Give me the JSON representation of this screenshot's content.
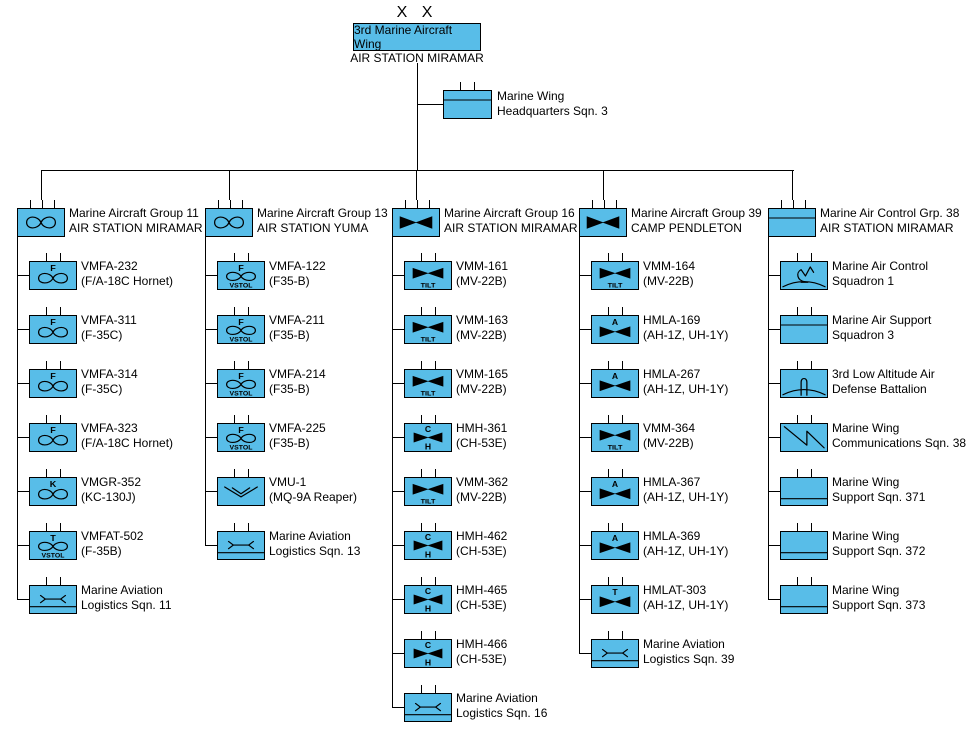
{
  "colors": {
    "box_fill": "#58bde8",
    "box_border": "#000000",
    "line": "#000000",
    "text": "#000000"
  },
  "wing": {
    "echelon": "X X",
    "name": "3rd Marine Aircraft Wing",
    "location": "AIR STATION MIRAMAR"
  },
  "headquarters": {
    "lines": [
      "Marine Wing",
      "Headquarters Sqn. 3"
    ],
    "icon": "hq-bar",
    "ticks": 2
  },
  "groups": [
    {
      "lines": [
        "Marine Aircraft Group 11",
        "AIR STATION MIRAMAR"
      ],
      "icon": "fixed-wing",
      "ticks": 3,
      "units": [
        {
          "lines": [
            "VMFA-232",
            "(F/A-18C Hornet)"
          ],
          "icon": "fixed-wing",
          "top": "F"
        },
        {
          "lines": [
            "VMFA-311",
            "(F-35C)"
          ],
          "icon": "fixed-wing",
          "top": "F"
        },
        {
          "lines": [
            "VMFA-314",
            "(F-35C)"
          ],
          "icon": "fixed-wing",
          "top": "F"
        },
        {
          "lines": [
            "VMFA-323",
            "(F/A-18C Hornet)"
          ],
          "icon": "fixed-wing",
          "top": "F"
        },
        {
          "lines": [
            "VMGR-352",
            "(KC-130J)"
          ],
          "icon": "fixed-wing",
          "top": "K"
        },
        {
          "lines": [
            "VMFAT-502",
            "(F-35B)"
          ],
          "icon": "fixed-wing",
          "top": "T",
          "bottom": "VSTOL"
        },
        {
          "lines": [
            "Marine Aviation",
            "Logistics Sqn. 11"
          ],
          "icon": "logistics"
        }
      ]
    },
    {
      "lines": [
        "Marine Aircraft Group 13",
        "AIR STATION YUMA"
      ],
      "icon": "fixed-wing",
      "ticks": 3,
      "units": [
        {
          "lines": [
            "VMFA-122",
            "(F35-B)"
          ],
          "icon": "fixed-wing",
          "top": "F",
          "bottom": "VSTOL"
        },
        {
          "lines": [
            "VMFA-211",
            "(F35-B)"
          ],
          "icon": "fixed-wing",
          "top": "F",
          "bottom": "VSTOL"
        },
        {
          "lines": [
            "VMFA-214",
            "(F35-B)"
          ],
          "icon": "fixed-wing",
          "top": "F",
          "bottom": "VSTOL"
        },
        {
          "lines": [
            "VMFA-225",
            "(F35-B)"
          ],
          "icon": "fixed-wing",
          "top": "F",
          "bottom": "VSTOL"
        },
        {
          "lines": [
            "VMU-1",
            "(MQ-9A Reaper)"
          ],
          "icon": "uav"
        },
        {
          "lines": [
            "Marine Aviation",
            "Logistics Sqn. 13"
          ],
          "icon": "logistics"
        }
      ]
    },
    {
      "lines": [
        "Marine Aircraft Group 16",
        "AIR STATION MIRAMAR"
      ],
      "icon": "rotary",
      "ticks": 3,
      "units": [
        {
          "lines": [
            "VMM-161",
            "(MV-22B)"
          ],
          "icon": "rotary",
          "bottom": "TILT"
        },
        {
          "lines": [
            "VMM-163",
            "(MV-22B)"
          ],
          "icon": "rotary",
          "bottom": "TILT"
        },
        {
          "lines": [
            "VMM-165",
            "(MV-22B)"
          ],
          "icon": "rotary",
          "bottom": "TILT"
        },
        {
          "lines": [
            "HMH-361",
            "(CH-53E)"
          ],
          "icon": "rotary",
          "top": "C",
          "bottom": "H"
        },
        {
          "lines": [
            "VMM-362",
            "(MV-22B)"
          ],
          "icon": "rotary",
          "bottom": "TILT"
        },
        {
          "lines": [
            "HMH-462",
            "(CH-53E)"
          ],
          "icon": "rotary",
          "top": "C",
          "bottom": "H"
        },
        {
          "lines": [
            "HMH-465",
            "(CH-53E)"
          ],
          "icon": "rotary",
          "top": "C",
          "bottom": "H"
        },
        {
          "lines": [
            "HMH-466",
            "(CH-53E)"
          ],
          "icon": "rotary",
          "top": "C",
          "bottom": "H"
        },
        {
          "lines": [
            "Marine Aviation",
            "Logistics Sqn. 16"
          ],
          "icon": "logistics"
        }
      ]
    },
    {
      "lines": [
        "Marine Aircraft Group 39",
        "CAMP PENDLETON"
      ],
      "icon": "rotary",
      "ticks": 3,
      "units": [
        {
          "lines": [
            "VMM-164",
            "(MV-22B)"
          ],
          "icon": "rotary",
          "bottom": "TILT"
        },
        {
          "lines": [
            "HMLA-169",
            "(AH-1Z, UH-1Y)"
          ],
          "icon": "rotary",
          "top": "A"
        },
        {
          "lines": [
            "HMLA-267",
            "(AH-1Z, UH-1Y)"
          ],
          "icon": "rotary",
          "top": "A"
        },
        {
          "lines": [
            "VMM-364",
            "(MV-22B)"
          ],
          "icon": "rotary",
          "bottom": "TILT"
        },
        {
          "lines": [
            "HMLA-367",
            "(AH-1Z, UH-1Y)"
          ],
          "icon": "rotary",
          "top": "A"
        },
        {
          "lines": [
            "HMLA-369",
            "(AH-1Z, UH-1Y)"
          ],
          "icon": "rotary",
          "top": "A"
        },
        {
          "lines": [
            "HMLAT-303",
            "(AH-1Z, UH-1Y)"
          ],
          "icon": "rotary",
          "top": "T"
        },
        {
          "lines": [
            "Marine Aviation",
            "Logistics Sqn. 39"
          ],
          "icon": "logistics"
        }
      ]
    },
    {
      "lines": [
        "Marine Air Control Grp. 38",
        "AIR STATION MIRAMAR"
      ],
      "icon": "hq-bar",
      "ticks": 3,
      "units": [
        {
          "lines": [
            "Marine Air Control",
            "Squadron 1"
          ],
          "icon": "air-control"
        },
        {
          "lines": [
            "Marine Air Support",
            "Squadron 3"
          ],
          "icon": "hq-bar"
        },
        {
          "lines": [
            "3rd Low Altitude Air",
            "Defense Battalion"
          ],
          "icon": "laad"
        },
        {
          "lines": [
            "Marine Wing",
            "Communications Sqn. 38"
          ],
          "icon": "comms"
        },
        {
          "lines": [
            "Marine Wing",
            "Support Sqn. 371"
          ],
          "icon": "support-bar"
        },
        {
          "lines": [
            "Marine Wing",
            "Support Sqn. 372"
          ],
          "icon": "support-bar"
        },
        {
          "lines": [
            "Marine Wing",
            "Support Sqn. 373"
          ],
          "icon": "support-bar"
        }
      ]
    }
  ]
}
